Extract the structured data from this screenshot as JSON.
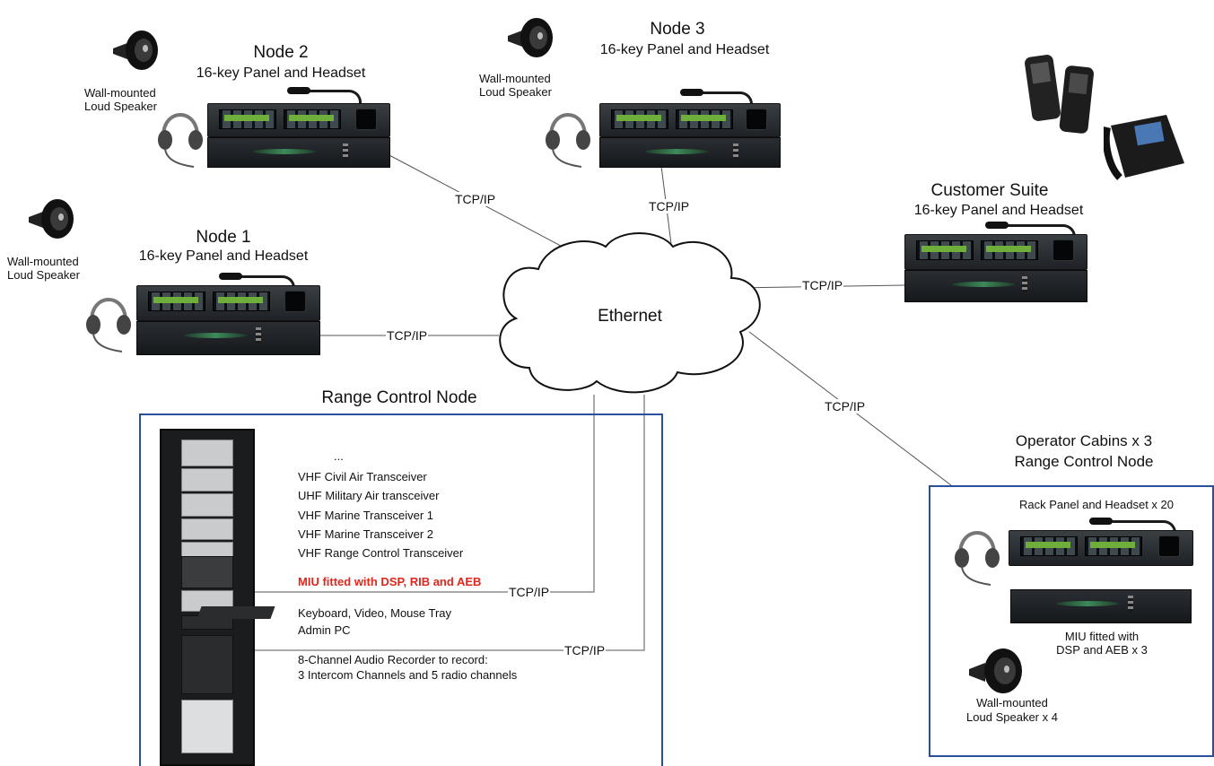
{
  "nodes": {
    "node2": {
      "title": "Node 2",
      "subtitle": "16-key Panel and Headset"
    },
    "node3": {
      "title": "Node 3",
      "subtitle": "16-key Panel and Headset"
    },
    "node1": {
      "title": "Node 1",
      "subtitle": "16-key Panel and Headset"
    },
    "customer": {
      "title": "Customer Suite",
      "subtitle": "16-key Panel and Headset"
    }
  },
  "speakers": {
    "node2": [
      "Wall-mounted",
      "Loud Speaker"
    ],
    "node3": [
      "Wall-mounted",
      "Loud Speaker"
    ],
    "node1": [
      "Wall-mounted",
      "Loud Speaker"
    ],
    "operator": [
      "Wall-mounted",
      "Loud Speaker x 4"
    ]
  },
  "network": {
    "label": "Ethernet"
  },
  "connections": {
    "node2": "TCP/IP",
    "node3": "TCP/IP",
    "node1": "TCP/IP",
    "customer": "TCP/IP",
    "operator": "TCP/IP",
    "miu": "TCP/IP",
    "recorder": "TCP/IP"
  },
  "range_control": {
    "title": "Range Control Node",
    "items": [
      "...",
      "VHF Civil Air Transceiver",
      "UHF Military Air transceiver",
      "VHF Marine Transceiver 1",
      "VHF Marine Transceiver 2",
      "VHF Range Control Transceiver"
    ],
    "miu_label": "MIU fitted with DSP, RIB and AEB",
    "kvm": "Keyboard, Video, Mouse Tray",
    "admin_pc": "Admin PC",
    "recorder": [
      "8-Channel Audio Recorder to record:",
      "3 Intercom Channels and 5 radio channels"
    ]
  },
  "operator_cabins": {
    "title": [
      "Operator Cabins x 3",
      "Range Control Node"
    ],
    "panel_label": "Rack Panel and Headset x 20",
    "miu_label": [
      "MIU fitted with",
      "DSP and AEB x 3"
    ]
  },
  "colors": {
    "box_border": "#2a4f9c",
    "highlight_text": "#e0271d",
    "lines": "#555555"
  }
}
